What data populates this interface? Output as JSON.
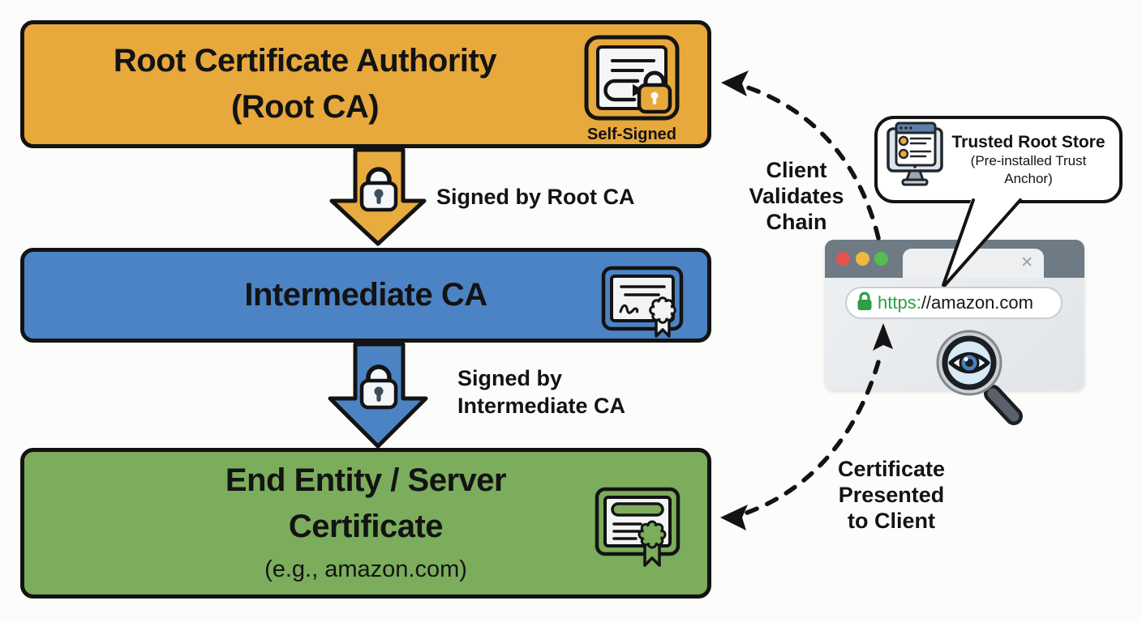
{
  "colors": {
    "root_ca_fill": "#e7a83c",
    "intermediate_ca_fill": "#4c83c5",
    "end_entity_fill": "#7bad5c",
    "outline": "#131313",
    "https_green": "#2e9e44",
    "browser_titlebar": "#6f7b84",
    "traffic_red": "#e4544d",
    "traffic_yellow": "#efb83f",
    "traffic_green": "#55be4e"
  },
  "boxes": {
    "root_ca": {
      "title": "Root Certificate Authority\n(Root CA)",
      "badge": "Self-Signed"
    },
    "intermediate_ca": {
      "title": "Intermediate CA"
    },
    "end_entity": {
      "title": "End Entity / Server\nCertificate",
      "subtitle": "(e.g., amazon.com)"
    }
  },
  "arrows": {
    "root_to_intermediate": {
      "label": "Signed by Root CA"
    },
    "intermediate_to_end": {
      "label": "Signed by\nIntermediate CA"
    }
  },
  "annotations": {
    "client_validates_chain": "Client\nValidates\nChain",
    "certificate_presented": "Certificate\nPresented\nto Client"
  },
  "callout": {
    "title": "Trusted Root Store",
    "subtitle": "(Pre-installed Trust Anchor)"
  },
  "browser": {
    "url_scheme": "https:",
    "url_host": "//amazon.com",
    "close_glyph": "✕"
  }
}
